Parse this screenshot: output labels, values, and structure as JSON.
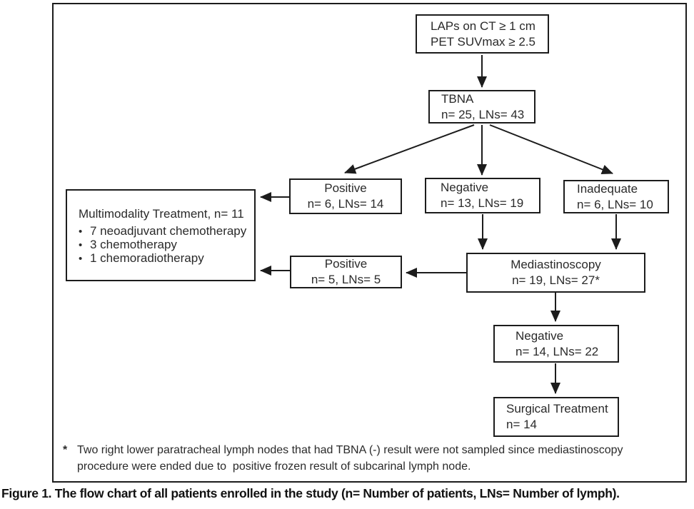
{
  "figure": {
    "caption": "Figure 1. The flow chart of all patients enrolled in the study (n= Number of patients, LNs= Number of lymph).",
    "footnote": {
      "marker": "*",
      "line1": "Two right lower paratracheal lymph nodes that had TBNA (-) result were not sampled since mediastinoscopy",
      "line2": "procedure were ended due to  positive frozen result of subcarinal lymph node."
    }
  },
  "flowchart": {
    "boxes": {
      "laps": {
        "line1": "LAPs on CT ≥ 1 cm",
        "line2": "PET SUVmax ≥ 2.5"
      },
      "tbna": {
        "line1": "TBNA",
        "line2": "n= 25, LNs= 43"
      },
      "positive_tbna": {
        "line1": "Positive",
        "line2": "n= 6, LNs= 14"
      },
      "negative_tbna": {
        "line1": "Negative",
        "line2": "n= 13, LNs= 19"
      },
      "inadequate_tbna": {
        "line1": "Inadequate",
        "line2": "n= 6, LNs= 10"
      },
      "multimodality": {
        "title": "Multimodality Treatment, n= 11",
        "bullet": "•",
        "items": [
          "7 neoadjuvant chemotherapy",
          "3 chemotherapy",
          "1 chemoradiotherapy"
        ]
      },
      "positive_med": {
        "line1": "Positive",
        "line2": "n= 5, LNs= 5"
      },
      "mediastinoscopy": {
        "line1": "Mediastinoscopy",
        "line2": "n= 19, LNs= 27*"
      },
      "negative_med": {
        "line1": "Negative",
        "line2": "n= 14, LNs= 22"
      },
      "surgical": {
        "line1": "Surgical Treatment",
        "line2": "n= 14"
      }
    }
  },
  "colors": {
    "stroke": "#1c1c1c",
    "text": "#2a2a2a",
    "background": "#ffffff"
  }
}
